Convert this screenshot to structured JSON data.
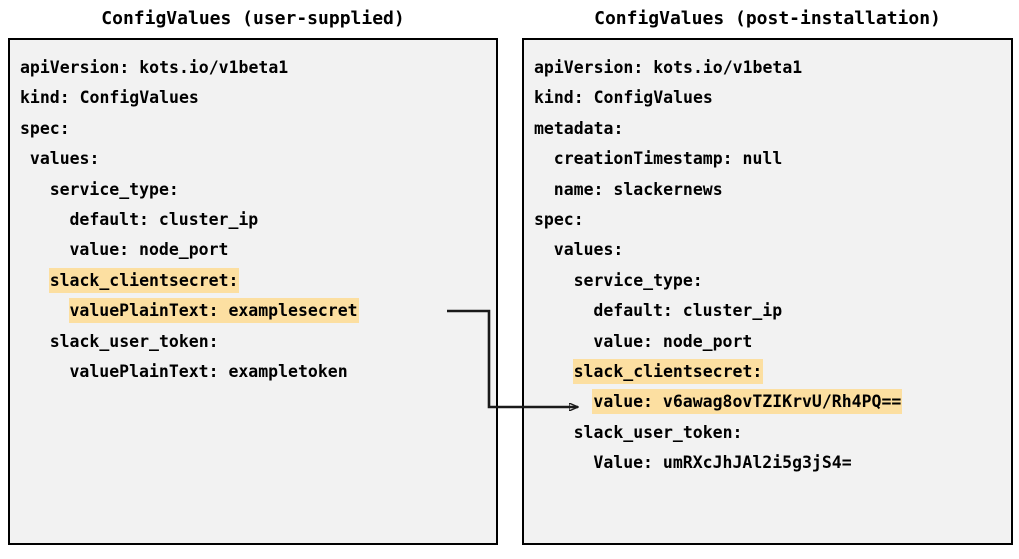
{
  "panels": {
    "left": {
      "title": "ConfigValues (user-supplied)",
      "lines": [
        {
          "indent": 0,
          "text": "apiVersion: kots.io/v1beta1",
          "highlight": false
        },
        {
          "indent": 0,
          "text": "kind: ConfigValues",
          "highlight": false
        },
        {
          "indent": 0,
          "text": "spec:",
          "highlight": false
        },
        {
          "indent": 1,
          "text": "values:",
          "highlight": false
        },
        {
          "indent": 3,
          "text": "service_type:",
          "highlight": false
        },
        {
          "indent": 5,
          "text": "default: cluster_ip",
          "highlight": false
        },
        {
          "indent": 5,
          "text": "value: node_port",
          "highlight": false
        },
        {
          "indent": 3,
          "text": "slack_clientsecret:",
          "highlight": true
        },
        {
          "indent": 5,
          "text": "valuePlainText: examplesecret",
          "highlight": true
        },
        {
          "indent": 3,
          "text": "slack_user_token:",
          "highlight": false
        },
        {
          "indent": 5,
          "text": "valuePlainText: exampletoken",
          "highlight": false
        }
      ]
    },
    "right": {
      "title": "ConfigValues (post-installation)",
      "lines": [
        {
          "indent": 0,
          "text": "apiVersion: kots.io/v1beta1",
          "highlight": false
        },
        {
          "indent": 0,
          "text": "kind: ConfigValues",
          "highlight": false
        },
        {
          "indent": 0,
          "text": "metadata:",
          "highlight": false
        },
        {
          "indent": 2,
          "text": "creationTimestamp: null",
          "highlight": false
        },
        {
          "indent": 2,
          "text": "name: slackernews",
          "highlight": false
        },
        {
          "indent": 0,
          "text": "spec:",
          "highlight": false
        },
        {
          "indent": 2,
          "text": "values:",
          "highlight": false
        },
        {
          "indent": 4,
          "text": "service_type:",
          "highlight": false
        },
        {
          "indent": 6,
          "text": "default: cluster_ip",
          "highlight": false
        },
        {
          "indent": 6,
          "text": "value: node_port",
          "highlight": false
        },
        {
          "indent": 4,
          "text": "slack_clientsecret:",
          "highlight": true
        },
        {
          "indent": 6,
          "text": "value: v6awag8ovTZIKrvU/Rh4PQ==",
          "highlight": true
        },
        {
          "indent": 4,
          "text": "slack_user_token:",
          "highlight": false
        },
        {
          "indent": 6,
          "text": "Value: umRXcJhJAl2i5g3jS4=",
          "highlight": false
        }
      ]
    }
  },
  "connector": {
    "label": "maps-plaintext-secret-to-encrypted-value"
  },
  "colors": {
    "highlight": "#fcdfa1",
    "box_background": "#f2f2f2",
    "box_border": "#000000",
    "text": "#000000",
    "page_background": "#ffffff"
  }
}
